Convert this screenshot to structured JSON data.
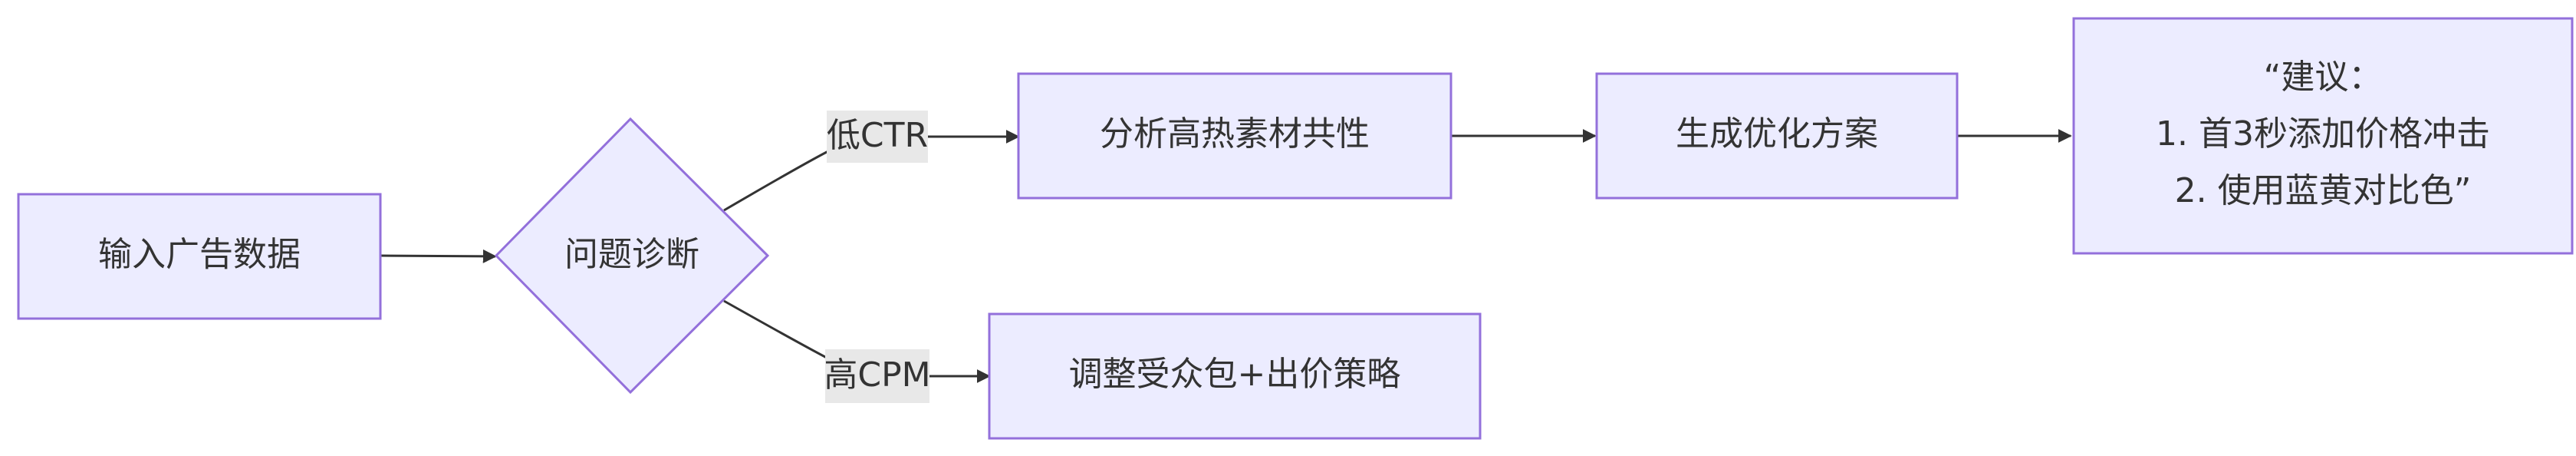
{
  "colors": {
    "node_fill": "#ececff",
    "node_stroke": "#9370db",
    "edge": "#333333",
    "edge_label_bg": "#e8e8e8",
    "text": "#333333"
  },
  "nodes": {
    "input": {
      "label": "输入广告数据"
    },
    "diagnose": {
      "label": "问题诊断"
    },
    "analyze": {
      "label": "分析高热素材共性"
    },
    "generate": {
      "label": "生成优化方案"
    },
    "suggest": {
      "lines": [
        "“建议：",
        "1. 首3秒添加价格冲击",
        "2. 使用蓝黄对比色”"
      ]
    },
    "adjust": {
      "label": "调整受众包+出价策略"
    }
  },
  "edges": {
    "low_ctr": {
      "label": "低CTR"
    },
    "high_cpm": {
      "label": "高CPM"
    }
  }
}
